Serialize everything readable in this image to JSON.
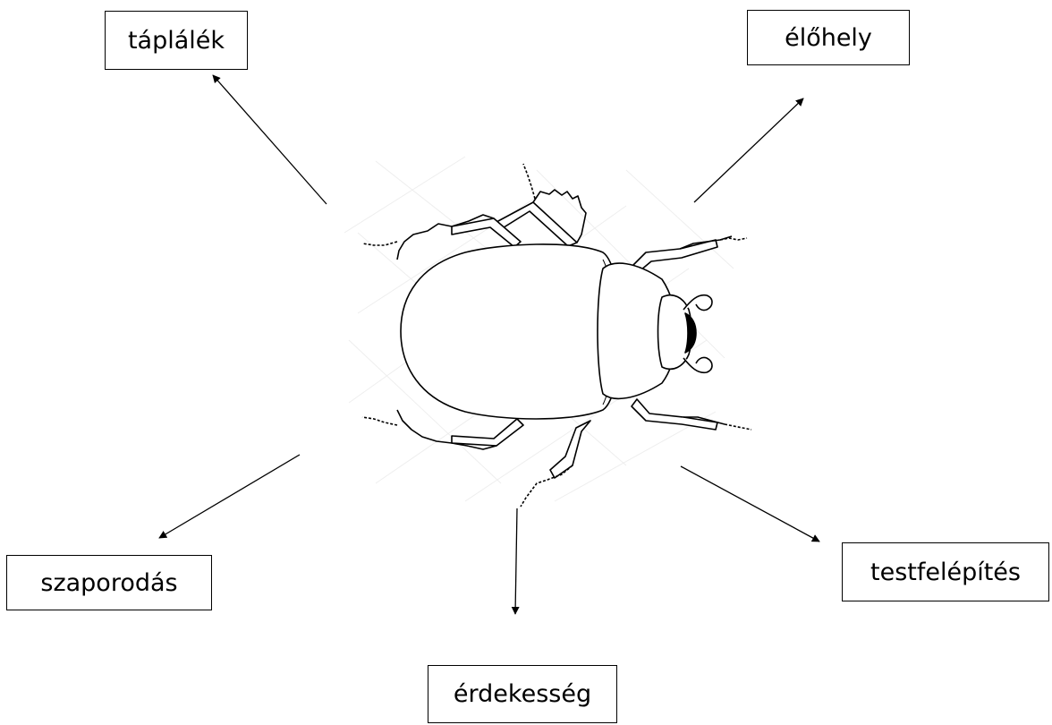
{
  "labels": {
    "taplalek": "táplálék",
    "elohely": "élőhely",
    "szaporodas": "szaporodás",
    "testfelepites": "testfelépítés",
    "erdekesseg": "érdekesség"
  },
  "image": {
    "subject": "beetle-line-drawing"
  }
}
